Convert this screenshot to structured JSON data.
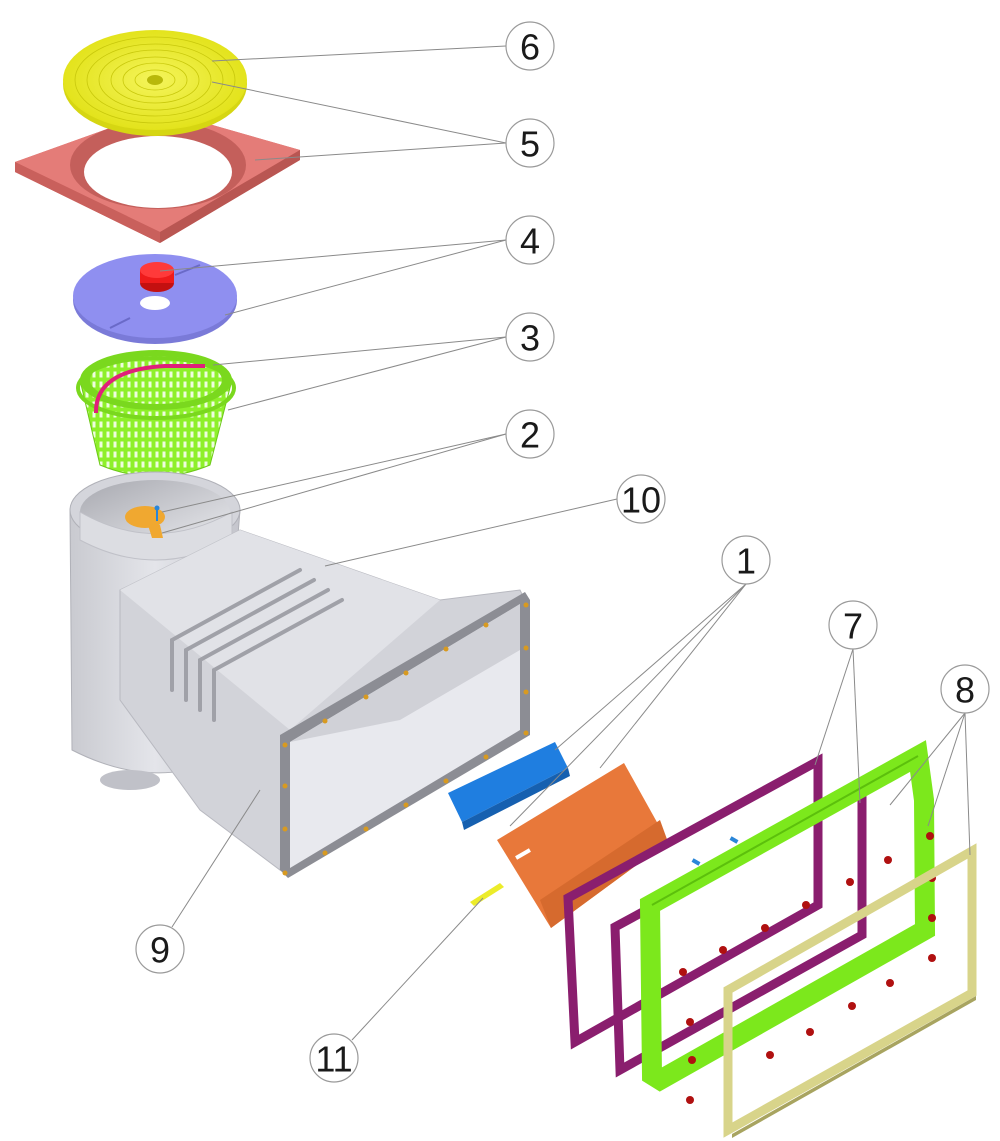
{
  "diagram": {
    "type": "exploded-parts-view",
    "subject": "pool skimmer assembly",
    "colors": {
      "lid_yellow": "#ecec2a",
      "collar_pink": "#e47c78",
      "plate_blue": "#8f8ff0",
      "knob_red": "#ee1b1b",
      "basket_green": "#8ef02a",
      "basket_handle": "#e0207a",
      "body_gray": "#d9dae0",
      "flap_orange": "#e8783a",
      "block_blue": "#1f7ee0",
      "gasket_purple": "#8a1e6e",
      "frame_green": "#7ce81c",
      "faceplate_tan": "#d8d48a",
      "screw_red": "#b01010",
      "screw_blue": "#2a86d8",
      "weir_float_orange": "#f0a830"
    },
    "callouts": [
      {
        "id": "6",
        "label": "6",
        "part": "lid"
      },
      {
        "id": "5",
        "label": "5",
        "part": "collar and lid"
      },
      {
        "id": "4",
        "label": "4",
        "part": "plate with knob"
      },
      {
        "id": "3",
        "label": "3",
        "part": "basket with handle"
      },
      {
        "id": "2",
        "label": "2",
        "part": "float valve"
      },
      {
        "id": "10",
        "label": "10",
        "part": "skimmer body"
      },
      {
        "id": "1",
        "label": "1",
        "part": "weir flap assembly"
      },
      {
        "id": "7",
        "label": "7",
        "part": "gaskets"
      },
      {
        "id": "8",
        "label": "8",
        "part": "frame, screws and faceplate"
      },
      {
        "id": "9",
        "label": "9",
        "part": "skimmer mouth"
      },
      {
        "id": "11",
        "label": "11",
        "part": "weir pin"
      }
    ]
  }
}
